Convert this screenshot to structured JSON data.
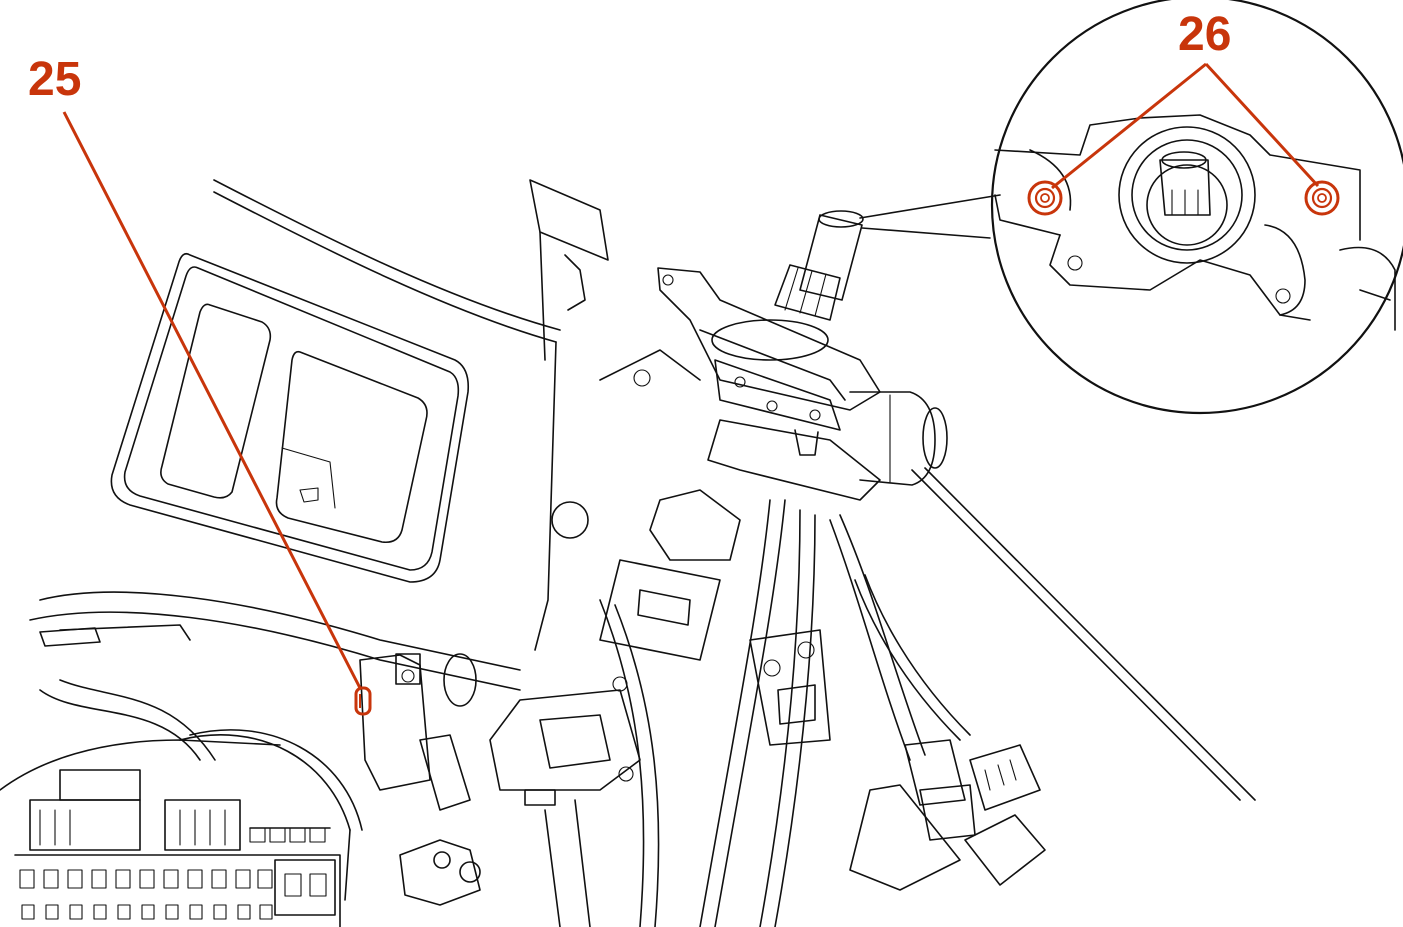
{
  "callouts": [
    {
      "label": "25",
      "target": "fastener"
    },
    {
      "label": "26",
      "target": "nuts"
    }
  ],
  "colors": {
    "callout": "#c8350b",
    "line": "#111111",
    "background": "#ffffff"
  }
}
